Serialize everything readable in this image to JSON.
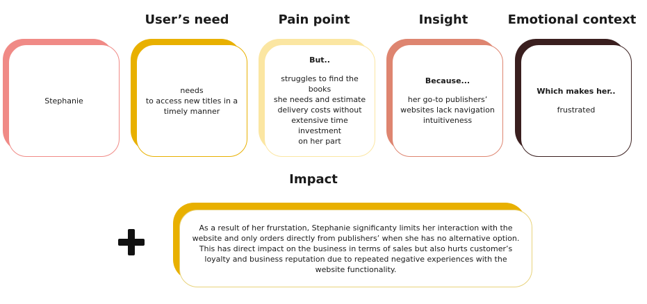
{
  "headings": {
    "users_need": "User’s need",
    "pain_point": "Pain point",
    "insight": "Insight",
    "emotional_context": "Emotional context"
  },
  "cards": {
    "persona": {
      "lead": "",
      "text": "Stephanie",
      "color": "#f08a86"
    },
    "users_need": {
      "lead": "",
      "text": "needs\nto access new titles in a\ntimely manner",
      "color": "#e8b000"
    },
    "pain_point": {
      "lead": "But..",
      "text": "struggles to find the books\nshe needs and estimate\ndelivery costs without\nextensive time investment\non her part",
      "color": "#fbe6a2"
    },
    "insight": {
      "lead": "Because...",
      "text": "her go-to publishers’\nwebsites lack navigation\nintuitiveness",
      "color": "#de8570"
    },
    "emotional_context": {
      "lead": "Which makes her..",
      "text": "frustrated",
      "color": "#3a1f1f"
    }
  },
  "impact": {
    "heading": "Impact",
    "text": "As a result of her frurstation, Stephanie significanty limits her interaction with the website and only orders directly from publishers’ when she has no alternative option. This has direct impact on the business in terms of sales but also hurts customer’s loyalty and business reputation due to repeated negative experiences with the website functionality.",
    "color": "#e8b000"
  },
  "icons": {
    "plus": "plus-icon"
  }
}
